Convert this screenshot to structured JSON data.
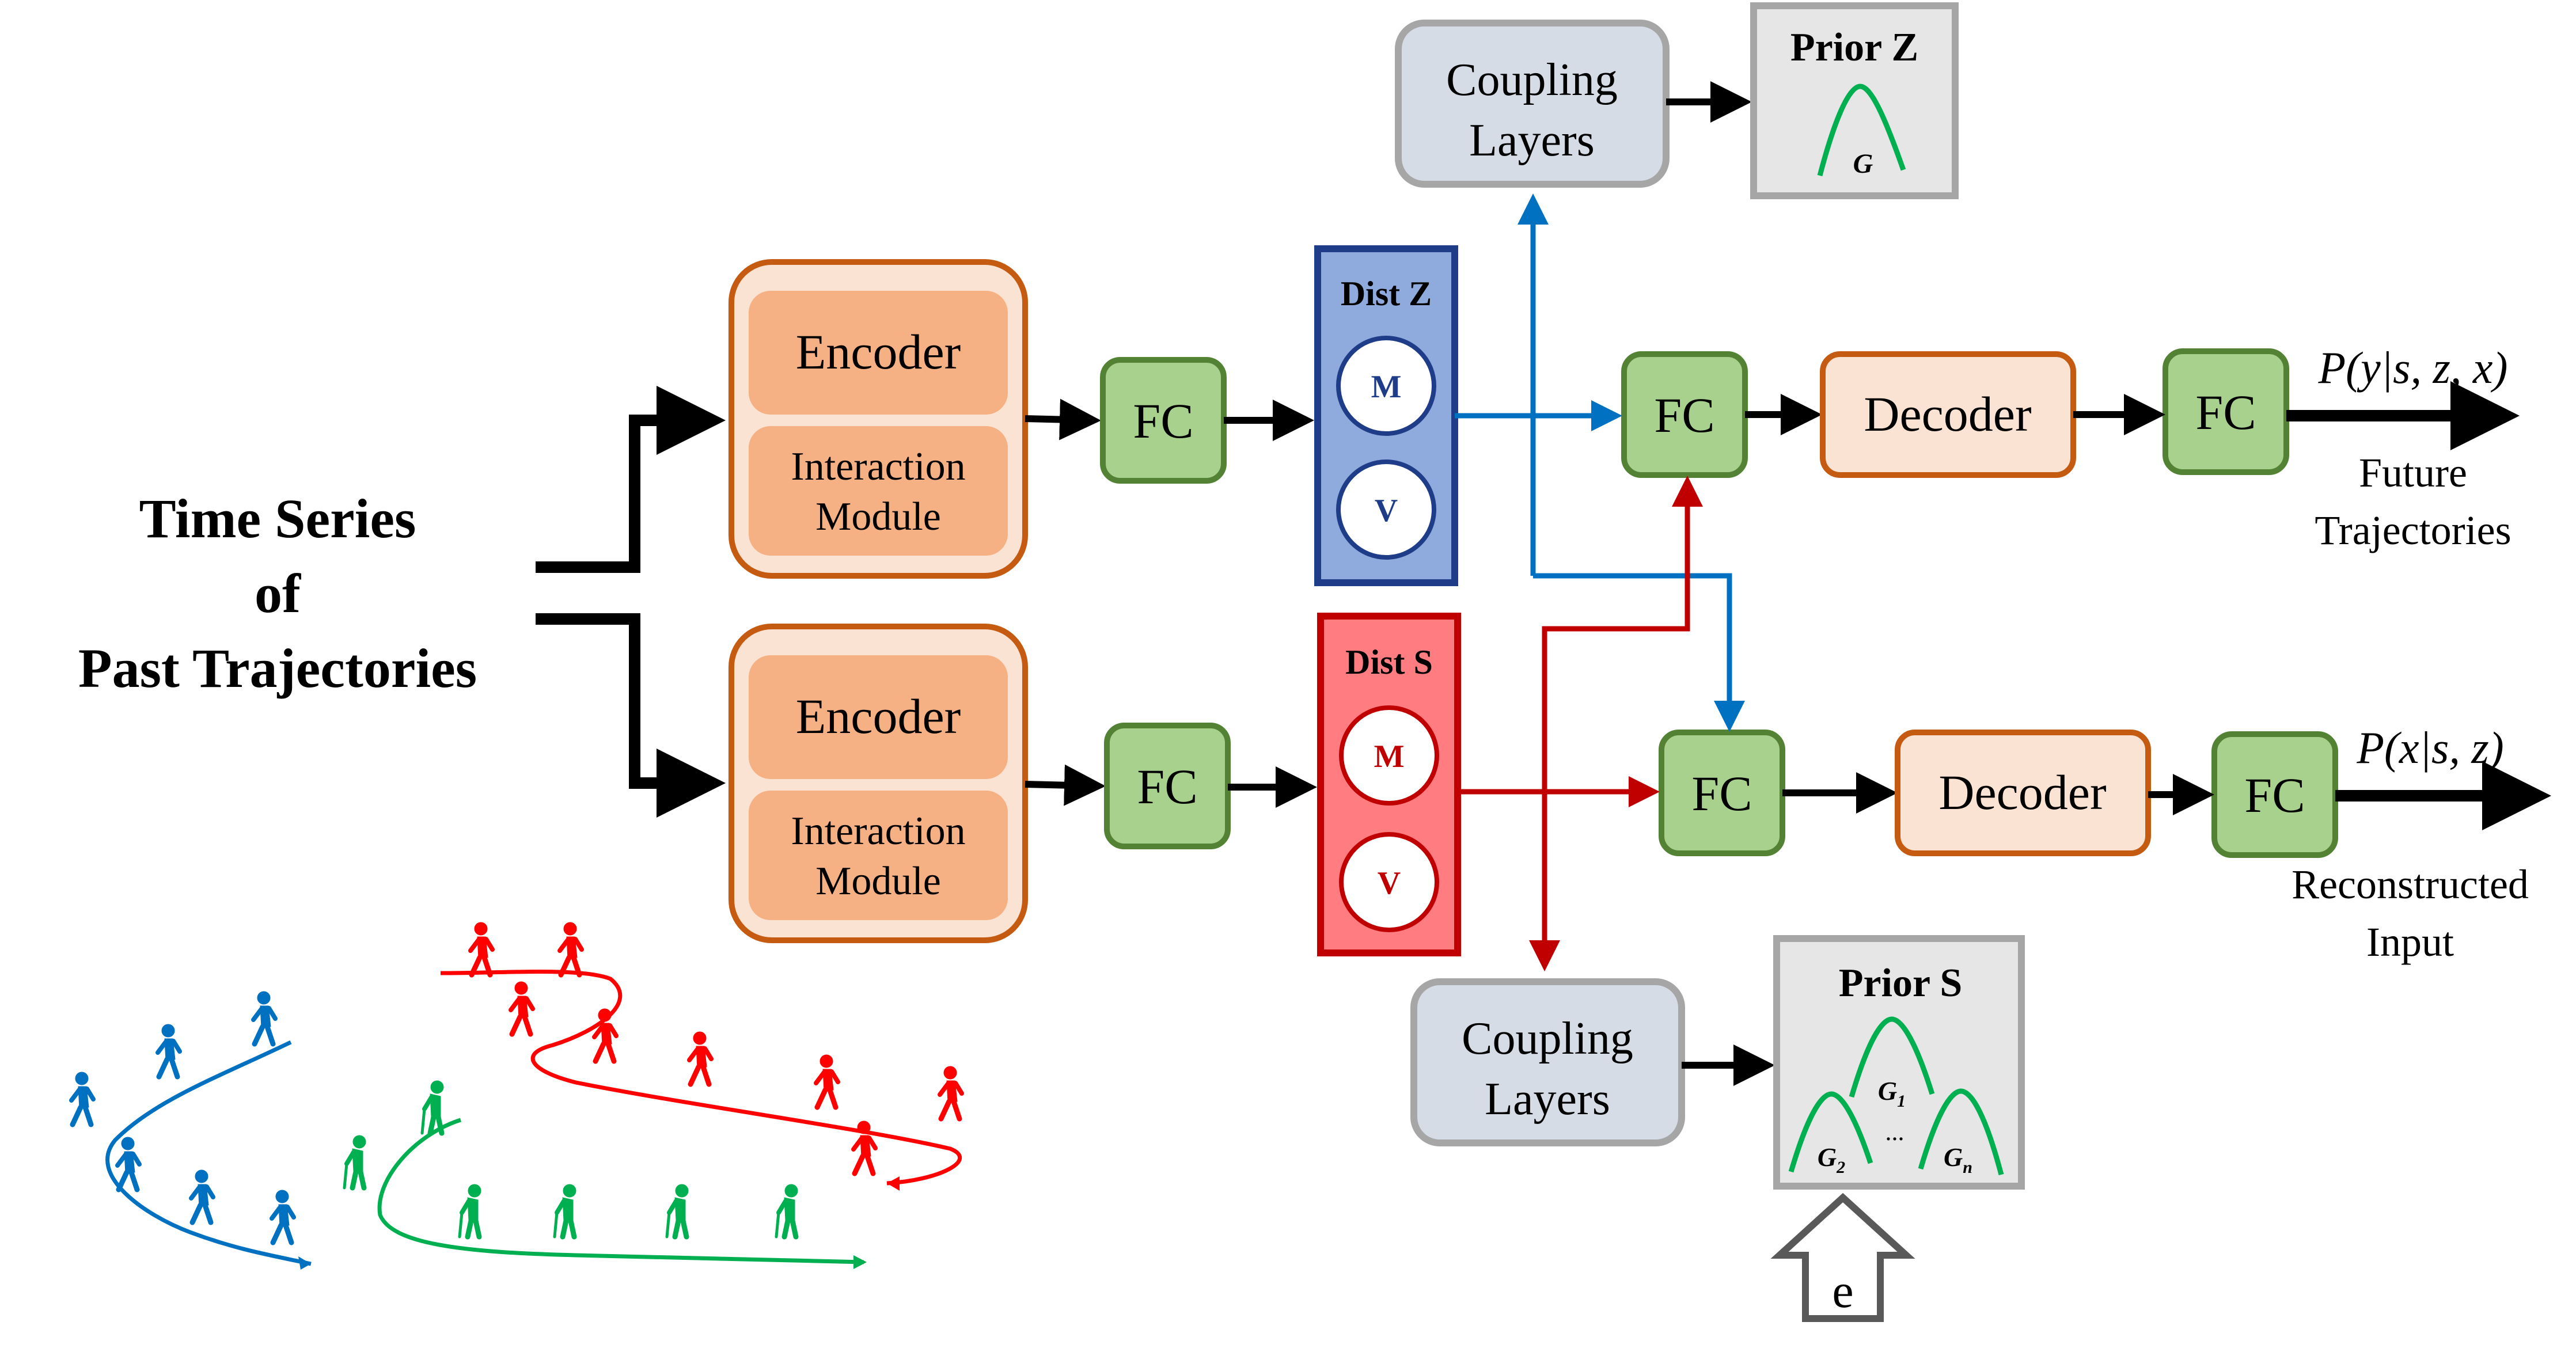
{
  "input": {
    "title_lines": [
      "Time Series",
      "of",
      "Past Trajectories"
    ]
  },
  "encoder_top": {
    "encoder": "Encoder",
    "interaction_line1": "Interaction",
    "interaction_line2": "Module"
  },
  "encoder_bottom": {
    "encoder": "Encoder",
    "interaction_line1": "Interaction",
    "interaction_line2": "Module"
  },
  "fc_label": "FC",
  "dist_z": {
    "title": "Dist Z",
    "m": "M",
    "v": "V"
  },
  "dist_s": {
    "title": "Dist S",
    "m": "M",
    "v": "V"
  },
  "coupling_top": {
    "line1": "Coupling",
    "line2": "Layers"
  },
  "coupling_bottom": {
    "line1": "Coupling",
    "line2": "Layers"
  },
  "prior_z": {
    "title": "Prior Z",
    "g": "G"
  },
  "prior_s": {
    "title": "Prior S",
    "g1": "G",
    "g1_sub": "1",
    "g2": "G",
    "g2_sub": "2",
    "gn": "G",
    "gn_sub": "n",
    "dots": "..."
  },
  "decoder_label": "Decoder",
  "output_top": {
    "formula": "P(y|s, z, x)",
    "line1": "Future",
    "line2": "Trajectories"
  },
  "output_bottom": {
    "formula": "P(x|s, z)",
    "line1": "Reconstructed",
    "line2": "Input"
  },
  "external_input": "e",
  "colors": {
    "encoder_fill": "#f5b183",
    "encoder_outer": "#fbe3d4",
    "encoder_border": "#c55a11",
    "fc_fill": "#a9d18e",
    "fc_border": "#548235",
    "dist_z_fill": "#8faadc",
    "dist_z_border": "#1f3c88",
    "dist_s_fill": "#ff7c80",
    "dist_s_border": "#c00000",
    "coupling_fill": "#d6dce5",
    "coupling_border": "#a6a6a6",
    "prior_fill": "#e7e6e6",
    "prior_border": "#a6a6a6",
    "curve_green": "#00b050",
    "decoder_fill": "#fbe3d4",
    "decoder_border": "#c55a11",
    "arrow_blue": "#0070c0",
    "arrow_red": "#c00000",
    "walker_blue": "#0070c0",
    "walker_red": "#ff0000",
    "walker_green": "#00b050"
  }
}
